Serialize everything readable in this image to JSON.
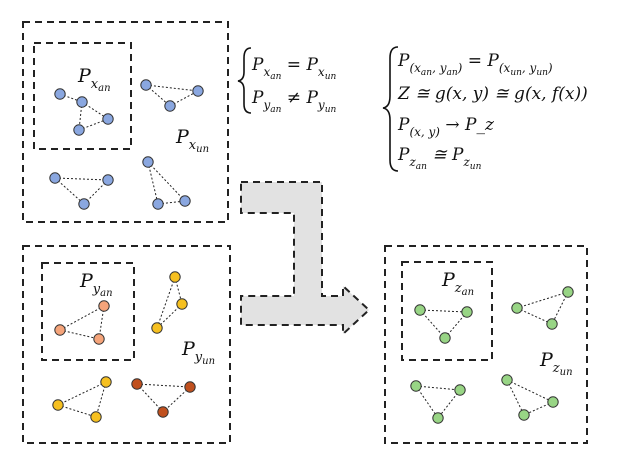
{
  "colors": {
    "blue": "#8aa7e0",
    "orange": "#f5a47a",
    "yellow": "#f6c020",
    "brown": "#c0501e",
    "green": "#98d585",
    "node_stroke": "#333333",
    "arrow_fill": "#e2e2e2"
  },
  "labels": {
    "p_x_an": {
      "main": "P",
      "sub": "x",
      "subsub": "an"
    },
    "p_x_un": {
      "main": "P",
      "sub": "x",
      "subsub": "un"
    },
    "p_y_an": {
      "main": "P",
      "sub": "y",
      "subsub": "an"
    },
    "p_y_un": {
      "main": "P",
      "sub": "y",
      "subsub": "un"
    },
    "p_z_an": {
      "main": "P",
      "sub": "z",
      "subsub": "an"
    },
    "p_z_un": {
      "main": "P",
      "sub": "z",
      "subsub": "un"
    }
  },
  "equations_left": [
    "P_{x_an} = P_{x_un}",
    "P_{y_an} ≠ P_{y_un}"
  ],
  "equations_right": [
    "P_{(x_an, y_an)} = P_{(x_un, y_un)}",
    "Z ≅ g(x, y) ≅ g(x, f(x))",
    "P_{(x, y)} → P_z",
    "P_{z_an} ≅ P_{z_un}"
  ]
}
